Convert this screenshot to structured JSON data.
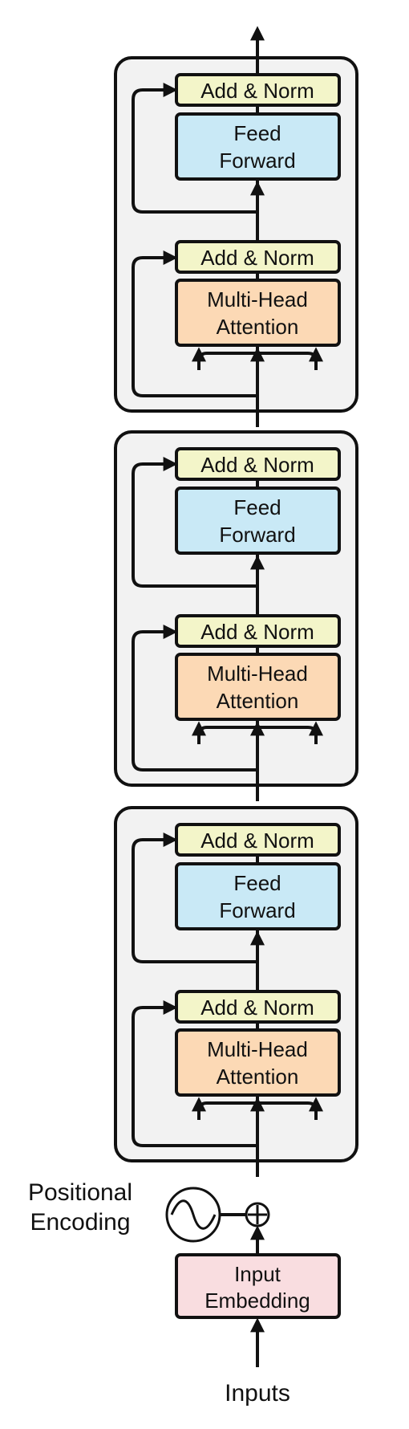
{
  "colors": {
    "layer_background": "#f2f2f2",
    "add_norm": "#f3f5c9",
    "feed_forward": "#c9e9f6",
    "attention": "#fcd9b5",
    "embedding": "#f9dde0",
    "stroke": "#111111"
  },
  "labels": {
    "add_norm": "Add & Norm",
    "feed_forward_line1": "Feed",
    "feed_forward_line2": "Forward",
    "attention_line1": "Multi-Head",
    "attention_line2": "Attention",
    "positional_line1": "Positional",
    "positional_line2": "Encoding",
    "embedding_line1": "Input",
    "embedding_line2": "Embedding",
    "inputs": "Inputs",
    "plus_symbol": "+"
  },
  "icons": {
    "positional_encoding": "sine-wave-icon",
    "combine": "circle-plus-icon"
  },
  "layers": [
    {
      "name": "top"
    },
    {
      "name": "middle"
    },
    {
      "name": "bottom"
    }
  ]
}
